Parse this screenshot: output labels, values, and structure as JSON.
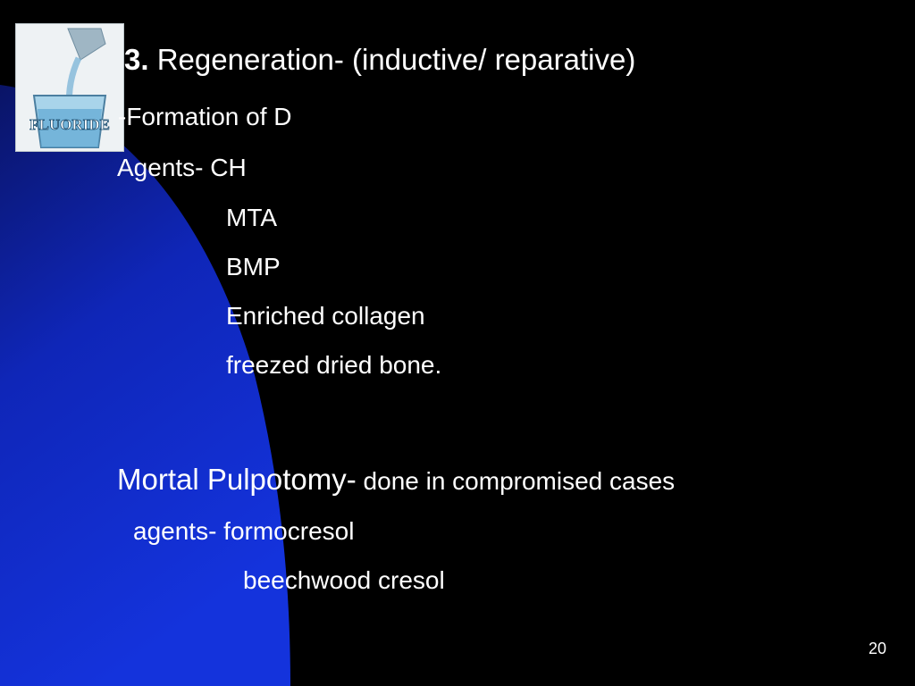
{
  "logo": {
    "text": "FLUORIDE",
    "icon": "water-glass-icon"
  },
  "heading": {
    "number": "3.",
    "text": " Regeneration- (inductive/ reparative)"
  },
  "lines": {
    "formation": "-Formation of D",
    "agents": "Agents- CH",
    "mta": "MTA",
    "bmp": "BMP",
    "collagen": "Enriched collagen",
    "bone": "freezed dried bone."
  },
  "mortal": {
    "title": "Mortal Pulpotomy-",
    "rest": " done in compromised cases",
    "agents": "agents- formocresol",
    "beechwood": "beechwood cresol"
  },
  "page_number": "20",
  "colors": {
    "background": "#000000",
    "accent_blue": "#1133dd",
    "text": "#ffffff"
  }
}
